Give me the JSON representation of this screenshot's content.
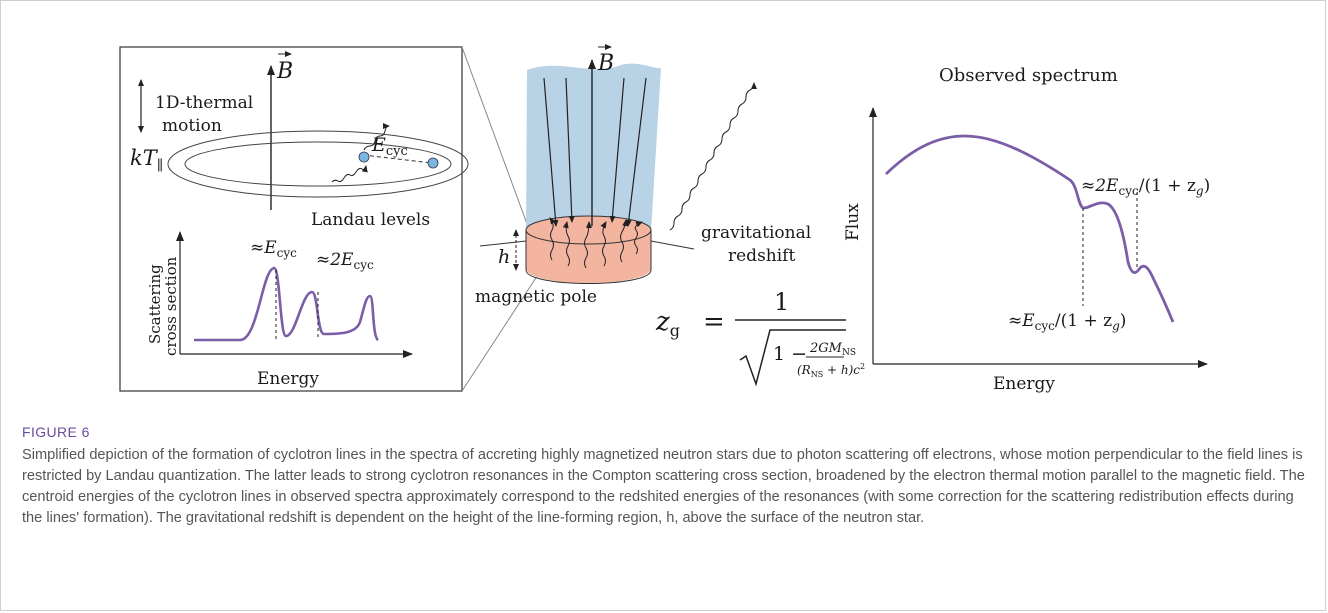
{
  "figure": {
    "inset": {
      "axis_label": "B",
      "thermal_label": "1D-thermal",
      "thermal_label_2": "motion",
      "kt_label": "kT",
      "kt_sub": "∥",
      "ecyc_label": "E",
      "ecyc_sub": "cyc",
      "landau_label": "Landau levels",
      "cross_ylabel_1": "Scattering",
      "cross_ylabel_2": "cross section",
      "cross_xlabel": "Energy",
      "peak1_label": "≈E",
      "peak1_sub": "cyc",
      "peak2_label": "≈2E",
      "peak2_sub": "cyc"
    },
    "column": {
      "axis_label": "B",
      "height_label": "h",
      "pole_label": "magnetic pole",
      "redshift_label_1": "gravitational",
      "redshift_label_2": "redshift",
      "colors": {
        "column": "#b9d3e6",
        "base": "#f3b59f",
        "spectrum": "#7b5ea7"
      }
    },
    "formula": {
      "lhs": "z",
      "lhs_sub": "g",
      "equals": "=",
      "numerator": "1",
      "inner_one": "1 −",
      "frac_num": "2GM",
      "frac_num_sub": "NS",
      "frac_den_a": "(R",
      "frac_den_sub": "NS",
      "frac_den_b": " + h)c",
      "frac_den_sup": "2"
    },
    "spectrum": {
      "title": "Observed spectrum",
      "ylabel": "Flux",
      "xlabel": "Energy",
      "line1_label": "≈E",
      "line1_sub": "cyc",
      "line1_tail": "/(1 + z",
      "line1_tail_sub": "g",
      "line1_end": ")",
      "line2_label": "≈2E",
      "line2_sub": "cyc",
      "line2_tail": "/(1 + z",
      "line2_tail_sub": "g",
      "line2_end": ")"
    }
  },
  "caption": {
    "title": "FIGURE 6",
    "text": "Simplified depiction of the formation of cyclotron lines in the spectra of accreting highly magnetized neutron stars due to photon scattering off electrons, whose motion perpendicular to the field lines is restricted by Landau quantization. The latter leads to strong cyclotron resonances in the Compton scattering cross section, broadened by the electron thermal motion parallel to the magnetic field. The centroid energies of the cyclotron lines in observed spectra approximately correspond to the redshited energies of the resonances (with some correction for the scattering redistribution effects during the lines' formation). The gravitational redshift is dependent on the height of the line-forming region, h, above the surface of the neutron star."
  }
}
